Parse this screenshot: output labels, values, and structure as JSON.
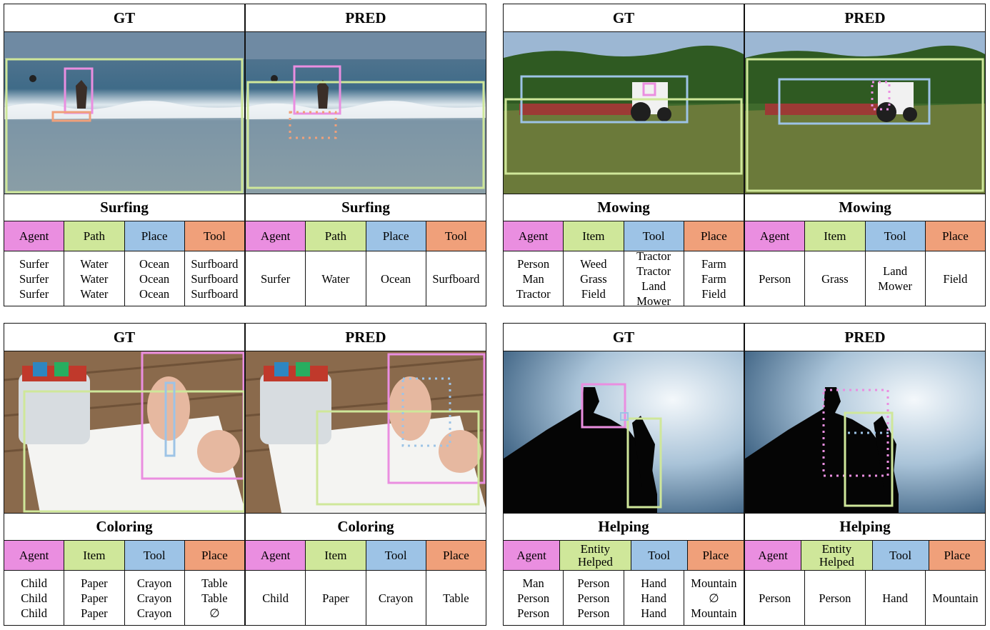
{
  "headers": {
    "gt": "GT",
    "pred": "PRED"
  },
  "colors": {
    "agent": "#ea8ee0",
    "secondary": "#cfe79a",
    "blue": "#9dc3e6",
    "orange": "#f0a07a"
  },
  "panels": [
    {
      "gt": {
        "caption": "Surfing",
        "roles": [
          {
            "label": "Agent",
            "color": "#ea8ee0"
          },
          {
            "label": "Path",
            "color": "#cfe79a"
          },
          {
            "label": "Place",
            "color": "#9dc3e6"
          },
          {
            "label": "Tool",
            "color": "#f0a07a"
          }
        ],
        "values": [
          [
            "Surfer",
            "Surfer",
            "Surfer"
          ],
          [
            "Water",
            "Water",
            "Water"
          ],
          [
            "Ocean",
            "Ocean",
            "Ocean"
          ],
          [
            "Surfboard",
            "Surfboard",
            "Surfboard"
          ]
        ]
      },
      "pred": {
        "caption": "Surfing",
        "roles": [
          {
            "label": "Agent",
            "color": "#ea8ee0"
          },
          {
            "label": "Path",
            "color": "#cfe79a"
          },
          {
            "label": "Place",
            "color": "#9dc3e6"
          },
          {
            "label": "Tool",
            "color": "#f0a07a"
          }
        ],
        "values": [
          [
            "Surfer"
          ],
          [
            "Water"
          ],
          [
            "Ocean"
          ],
          [
            "Surfboard"
          ]
        ]
      }
    },
    {
      "gt": {
        "caption": "Mowing",
        "roles": [
          {
            "label": "Agent",
            "color": "#ea8ee0"
          },
          {
            "label": "Item",
            "color": "#cfe79a"
          },
          {
            "label": "Tool",
            "color": "#9dc3e6"
          },
          {
            "label": "Place",
            "color": "#f0a07a"
          }
        ],
        "values": [
          [
            "Person",
            "Man",
            "Tractor"
          ],
          [
            "Weed",
            "Grass",
            "Field"
          ],
          [
            "Tractor",
            "Tractor",
            "Land Mower"
          ],
          [
            "Farm",
            "Farm",
            "Field"
          ]
        ]
      },
      "pred": {
        "caption": "Mowing",
        "roles": [
          {
            "label": "Agent",
            "color": "#ea8ee0"
          },
          {
            "label": "Item",
            "color": "#cfe79a"
          },
          {
            "label": "Tool",
            "color": "#9dc3e6"
          },
          {
            "label": "Place",
            "color": "#f0a07a"
          }
        ],
        "values": [
          [
            "Person"
          ],
          [
            "Grass"
          ],
          [
            "Land Mower"
          ],
          [
            "Field"
          ]
        ]
      }
    },
    {
      "gt": {
        "caption": "Coloring",
        "roles": [
          {
            "label": "Agent",
            "color": "#ea8ee0"
          },
          {
            "label": "Item",
            "color": "#cfe79a"
          },
          {
            "label": "Tool",
            "color": "#9dc3e6"
          },
          {
            "label": "Place",
            "color": "#f0a07a"
          }
        ],
        "values": [
          [
            "Child",
            "Child",
            "Child"
          ],
          [
            "Paper",
            "Paper",
            "Paper"
          ],
          [
            "Crayon",
            "Crayon",
            "Crayon"
          ],
          [
            "Table",
            "Table",
            "∅"
          ]
        ]
      },
      "pred": {
        "caption": "Coloring",
        "roles": [
          {
            "label": "Agent",
            "color": "#ea8ee0"
          },
          {
            "label": "Item",
            "color": "#cfe79a"
          },
          {
            "label": "Tool",
            "color": "#9dc3e6"
          },
          {
            "label": "Place",
            "color": "#f0a07a"
          }
        ],
        "values": [
          [
            "Child"
          ],
          [
            "Paper"
          ],
          [
            "Crayon"
          ],
          [
            "Table"
          ]
        ]
      }
    },
    {
      "gt": {
        "caption": "Helping",
        "roles": [
          {
            "label": "Agent",
            "color": "#ea8ee0"
          },
          {
            "label": "Entity Helped",
            "color": "#cfe79a"
          },
          {
            "label": "Tool",
            "color": "#9dc3e6"
          },
          {
            "label": "Place",
            "color": "#f0a07a"
          }
        ],
        "values": [
          [
            "Man",
            "Person",
            "Person"
          ],
          [
            "Person",
            "Person",
            "Person"
          ],
          [
            "Hand",
            "Hand",
            "Hand"
          ],
          [
            "Mountain",
            "∅",
            "Mountain"
          ]
        ]
      },
      "pred": {
        "caption": "Helping",
        "roles": [
          {
            "label": "Agent",
            "color": "#ea8ee0"
          },
          {
            "label": "Entity Helped",
            "color": "#cfe79a"
          },
          {
            "label": "Tool",
            "color": "#9dc3e6"
          },
          {
            "label": "Place",
            "color": "#f0a07a"
          }
        ],
        "values": [
          [
            "Person"
          ],
          [
            "Person"
          ],
          [
            "Hand"
          ],
          [
            "Mountain"
          ]
        ]
      }
    }
  ]
}
